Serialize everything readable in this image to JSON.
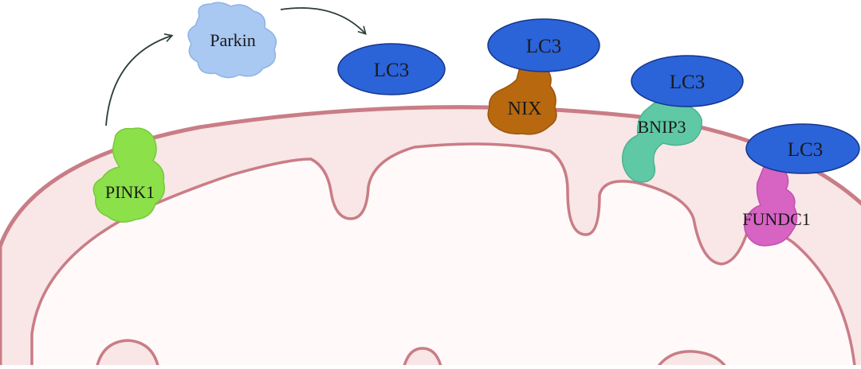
{
  "labels": {
    "parkin": "Parkin",
    "pink1": "PINK1",
    "nix": "NIX",
    "bnip3": "BNIP3",
    "fundc1": "FUNDC1",
    "lc3_free": "LC3",
    "lc3_nix": "LC3",
    "lc3_bnip3": "LC3",
    "lc3_fundc1": "LC3"
  },
  "colors": {
    "background": "#ffffff",
    "membrane_outer": "#c97d86",
    "outer_fill": "#f9e6e6",
    "inner_fill": "#fff9f9",
    "lc3": "#2b63d9",
    "lc3_stroke": "#14358a",
    "pink1": "#8ce04a",
    "parkin": "#a9c8f2",
    "nix": "#b8680f",
    "bnip3": "#5fc9a6",
    "fundc1": "#d763c3",
    "arrow": "#2b3d35"
  },
  "icons": {
    "pathway_arrow": "curved-arrow-icon"
  }
}
